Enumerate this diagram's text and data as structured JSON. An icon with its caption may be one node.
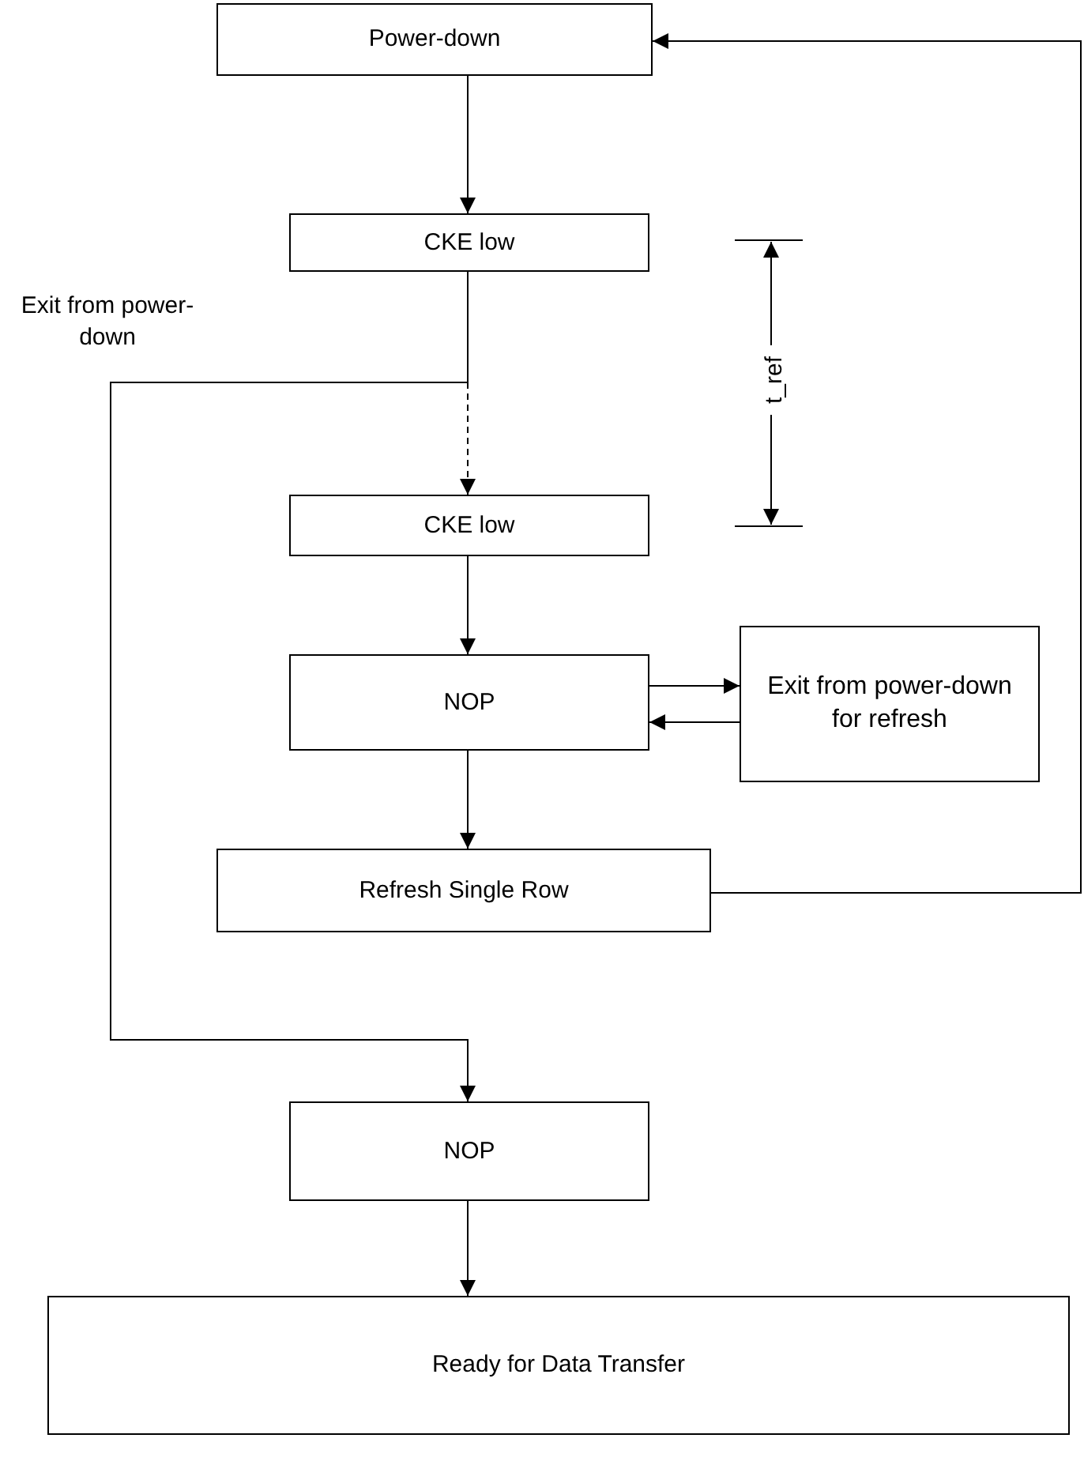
{
  "diagram": {
    "nodes": [
      {
        "text": [
          "Power-down"
        ]
      },
      {
        "text": [
          "CKE low"
        ]
      },
      {
        "text": [
          "CKE low"
        ]
      },
      {
        "text": [
          "NOP"
        ]
      },
      {
        "text": [
          "Exit from power-down for refresh"
        ]
      },
      {
        "text": [
          "Refresh Single Row"
        ]
      },
      {
        "text": [
          "NOP"
        ]
      },
      {
        "text": [
          "Ready for Data Transfer"
        ]
      }
    ],
    "edges": [
      {
        "from": 0,
        "to": 1,
        "arrow": "to"
      },
      {
        "from": 1,
        "to": 2,
        "arrow": "to",
        "style": "dashed"
      },
      {
        "from": 1,
        "to": 6,
        "arrow": "to",
        "label": "Exit from power-down"
      },
      {
        "from": 2,
        "to": 3,
        "arrow": "to"
      },
      {
        "from": 3,
        "to": 4,
        "arrow": "to"
      },
      {
        "from": 4,
        "to": 3,
        "arrow": "to"
      },
      {
        "from": 3,
        "to": 5,
        "arrow": "to"
      },
      {
        "from": 5,
        "to": 0,
        "arrow": "to"
      },
      {
        "from": 6,
        "to": 7,
        "arrow": "to"
      }
    ],
    "labels": [
      "t_ref"
    ]
  }
}
